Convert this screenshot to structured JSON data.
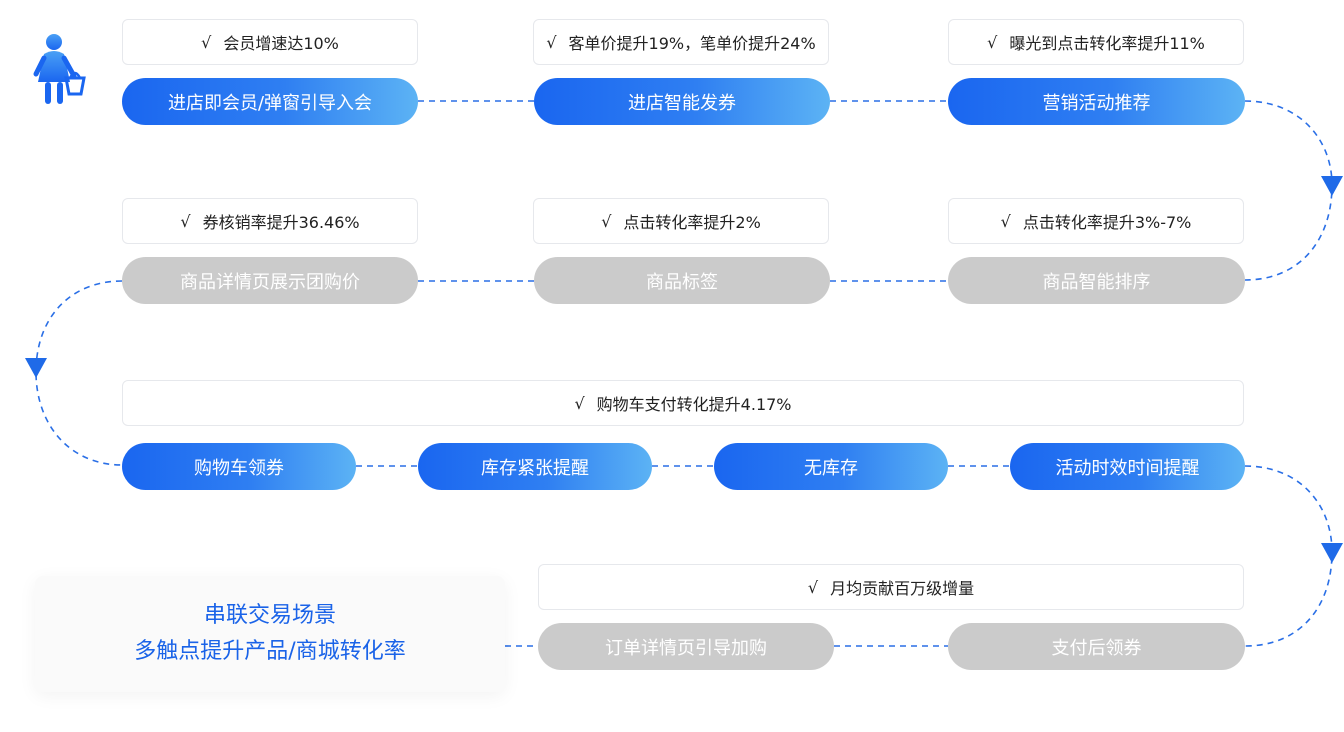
{
  "colors": {
    "blue": "#1a66f0",
    "blue_light": "#5cb3f4",
    "gray": "#cbcbcb",
    "summary_text": "#1a63e8",
    "connector": "#2a6fe6"
  },
  "check_mark": "√",
  "rows": [
    {
      "stage": "active",
      "stats": [
        "会员增速达10%",
        "客单价提升19%，笔单价提升24%",
        "曝光到点击转化率提升11%"
      ],
      "nodes": [
        "进店即会员/弹窗引导入会",
        "进店智能发券",
        "营销活动推荐"
      ]
    },
    {
      "stage": "inactive",
      "stats": [
        "券核销率提升36.46%",
        "点击转化率提升2%",
        "点击转化率提升3%-7%"
      ],
      "nodes": [
        "商品详情页展示团购价",
        "商品标签",
        "商品智能排序"
      ]
    },
    {
      "stage": "active",
      "stats": [
        "购物车支付转化提升4.17%"
      ],
      "nodes": [
        "购物车领券",
        "库存紧张提醒",
        "无库存",
        "活动时效时间提醒"
      ]
    },
    {
      "stage": "inactive",
      "stats": [
        "月均贡献百万级增量"
      ],
      "nodes": [
        "订单详情页引导加购",
        "支付后领券"
      ]
    }
  ],
  "summary": {
    "line1": "串联交易场景",
    "line2": "多触点提升产品/商城转化率"
  },
  "icons": {
    "person": "shopper-icon",
    "growth": "growth-arrow-icon",
    "flow": "flow-arrow-icon"
  }
}
